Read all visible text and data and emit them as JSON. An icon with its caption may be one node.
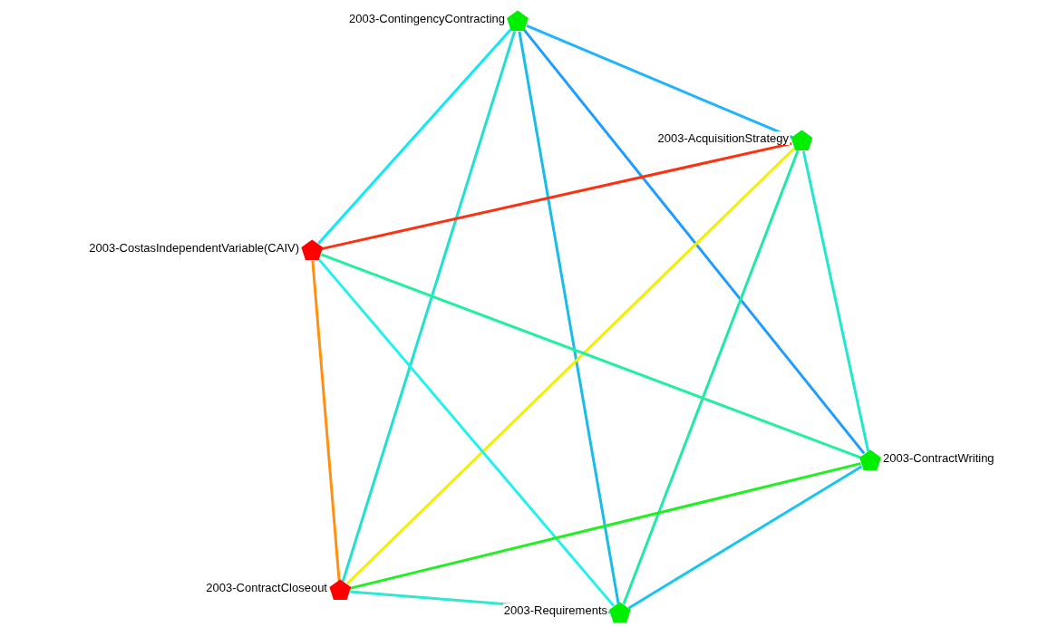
{
  "diagram": {
    "nodes": [
      {
        "text": [
          "2003-ContingencyContracting"
        ]
      },
      {
        "text": [
          "2003-AcquisitionStrategy"
        ]
      },
      {
        "text": [
          "2003-CostasIndependentVariable(CAIV)"
        ]
      },
      {
        "text": [
          "2003-ContractWriting"
        ]
      },
      {
        "text": [
          "2003-ContractCloseout"
        ]
      },
      {
        "text": [
          "2003-Requirements"
        ]
      }
    ],
    "edges": [
      {
        "from": 0,
        "to": 1,
        "arrow": "none",
        "color": "#1eb4ff"
      },
      {
        "from": 0,
        "to": 2,
        "arrow": "none",
        "color": "#10e8f8"
      },
      {
        "from": 0,
        "to": 3,
        "arrow": "none",
        "color": "#1e9cff"
      },
      {
        "from": 0,
        "to": 4,
        "arrow": "none",
        "color": "#20e0d0"
      },
      {
        "from": 0,
        "to": 5,
        "arrow": "none",
        "color": "#18bce8"
      },
      {
        "from": 1,
        "to": 2,
        "arrow": "none",
        "color": "#ff3010"
      },
      {
        "from": 1,
        "to": 3,
        "arrow": "none",
        "color": "#20e8d0"
      },
      {
        "from": 1,
        "to": 4,
        "arrow": "none",
        "color": "#f0f000"
      },
      {
        "from": 1,
        "to": 5,
        "arrow": "none",
        "color": "#20e8a8"
      },
      {
        "from": 2,
        "to": 3,
        "arrow": "none",
        "color": "#20f0a0"
      },
      {
        "from": 2,
        "to": 4,
        "arrow": "none",
        "color": "#ff9010"
      },
      {
        "from": 2,
        "to": 5,
        "arrow": "none",
        "color": "#20f0f0"
      },
      {
        "from": 3,
        "to": 4,
        "arrow": "none",
        "color": "#20f020"
      },
      {
        "from": 3,
        "to": 5,
        "arrow": "none",
        "color": "#18c4f4"
      },
      {
        "from": 4,
        "to": 5,
        "arrow": "none",
        "color": "#30e8d0"
      }
    ]
  }
}
